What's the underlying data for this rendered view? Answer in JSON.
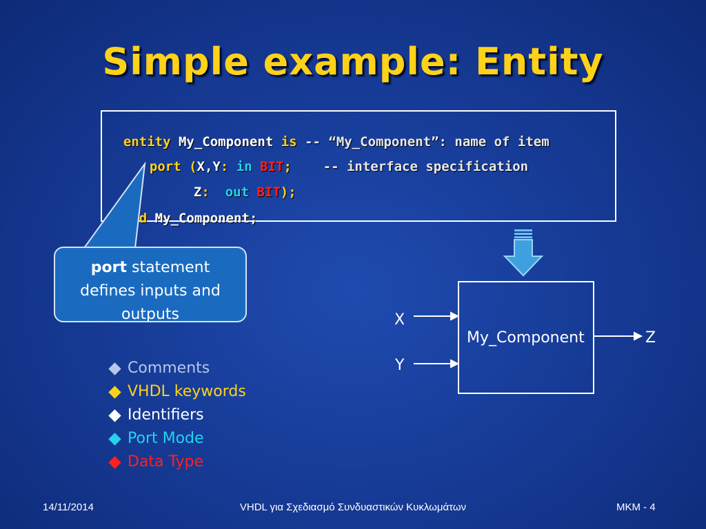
{
  "slide": {
    "title": "Simple example: Entity"
  },
  "code": {
    "line1": {
      "kw_entity": "entity",
      "id_name": "My_Component",
      "kw_is": "is",
      "comment": "-- “My_Component”: name of item"
    },
    "line2": {
      "kw_port": "port (",
      "id_xy": "X,Y",
      "colon": ":",
      "mode_in": "in",
      "type_bit": "BIT",
      "semi": ";",
      "comment": "-- interface specification"
    },
    "line3": {
      "id_z": "Z",
      "colon": ":",
      "mode_out": "out",
      "type_bit": "BIT",
      "close": ");"
    },
    "line4": {
      "kw_end": "end",
      "id_name": "My_Component;"
    }
  },
  "callout": {
    "bold": "port",
    "text_1": "statement",
    "text_2": "defines inputs and",
    "text_3": "outputs"
  },
  "legend": [
    {
      "label": "Comments",
      "color": "#b8c8e8"
    },
    {
      "label": "VHDL keywords",
      "color": "#ffd21a"
    },
    {
      "label": "Identifiers",
      "color": "#ffffff"
    },
    {
      "label": "Port Mode",
      "color": "#22d3f0"
    },
    {
      "label": "Data Type",
      "color": "#ff2020"
    }
  ],
  "diagram": {
    "component_label": "My_Component",
    "input_x": "X",
    "input_y": "Y",
    "output_z": "Z"
  },
  "footer": {
    "date": "14/11/2014",
    "course": "VHDL για Σχεδιασμό Συνδυαστικών Κυκλωμάτων",
    "page": "MKM - 4"
  }
}
